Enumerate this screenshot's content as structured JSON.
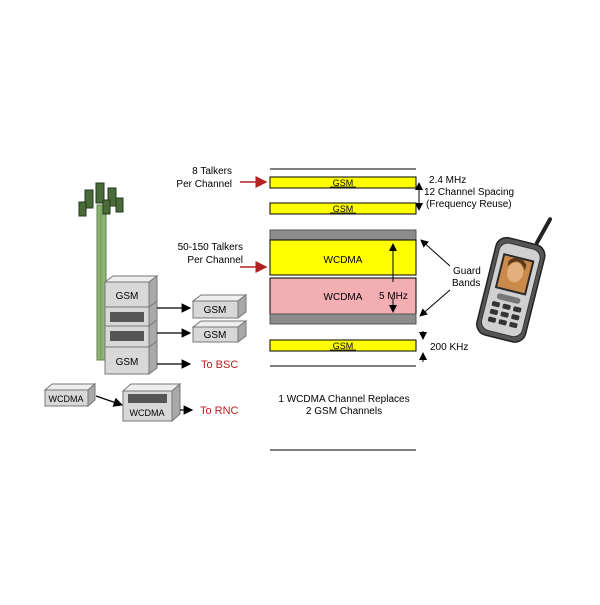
{
  "labels": {
    "talkers_gsm": [
      "8 Talkers",
      "Per Channel"
    ],
    "talkers_wcdma": [
      "50-150 Talkers",
      "Per Channel"
    ],
    "spacing": [
      "2.4 MHz",
      "12 Channel Spacing",
      "(Frequency Reuse)"
    ],
    "guard": [
      "Guard",
      "Bands"
    ],
    "bandwidth_wcdma": "5 MHz",
    "bandwidth_gsm": "200 KHz",
    "caption": [
      "1 WCDMA Channel Replaces",
      "2 GSM Channels"
    ],
    "to_bsc": "To BSC",
    "to_rnc": "To RNC"
  },
  "bands": {
    "gsm_1": "GSM",
    "gsm_2": "GSM",
    "wcdma_1": "WCDMA",
    "wcdma_2": "WCDMA",
    "gsm_3": "GSM"
  },
  "equipment": {
    "stack": [
      "GSM",
      "",
      "",
      "GSM"
    ],
    "side_boxes": [
      "GSM",
      "GSM"
    ],
    "wcdma_source": "WCDMA",
    "wcdma_target": "WCDMA"
  },
  "colors": {
    "gsm_band": "#ffff00",
    "wcdma_band": "#ffff00",
    "wcdma_band_2": "#f2aeb2",
    "guard_band": "#8c8c8c",
    "arrow_red": "#b22222",
    "box_face": "#d8d8d8",
    "tower": "#8fb573"
  }
}
